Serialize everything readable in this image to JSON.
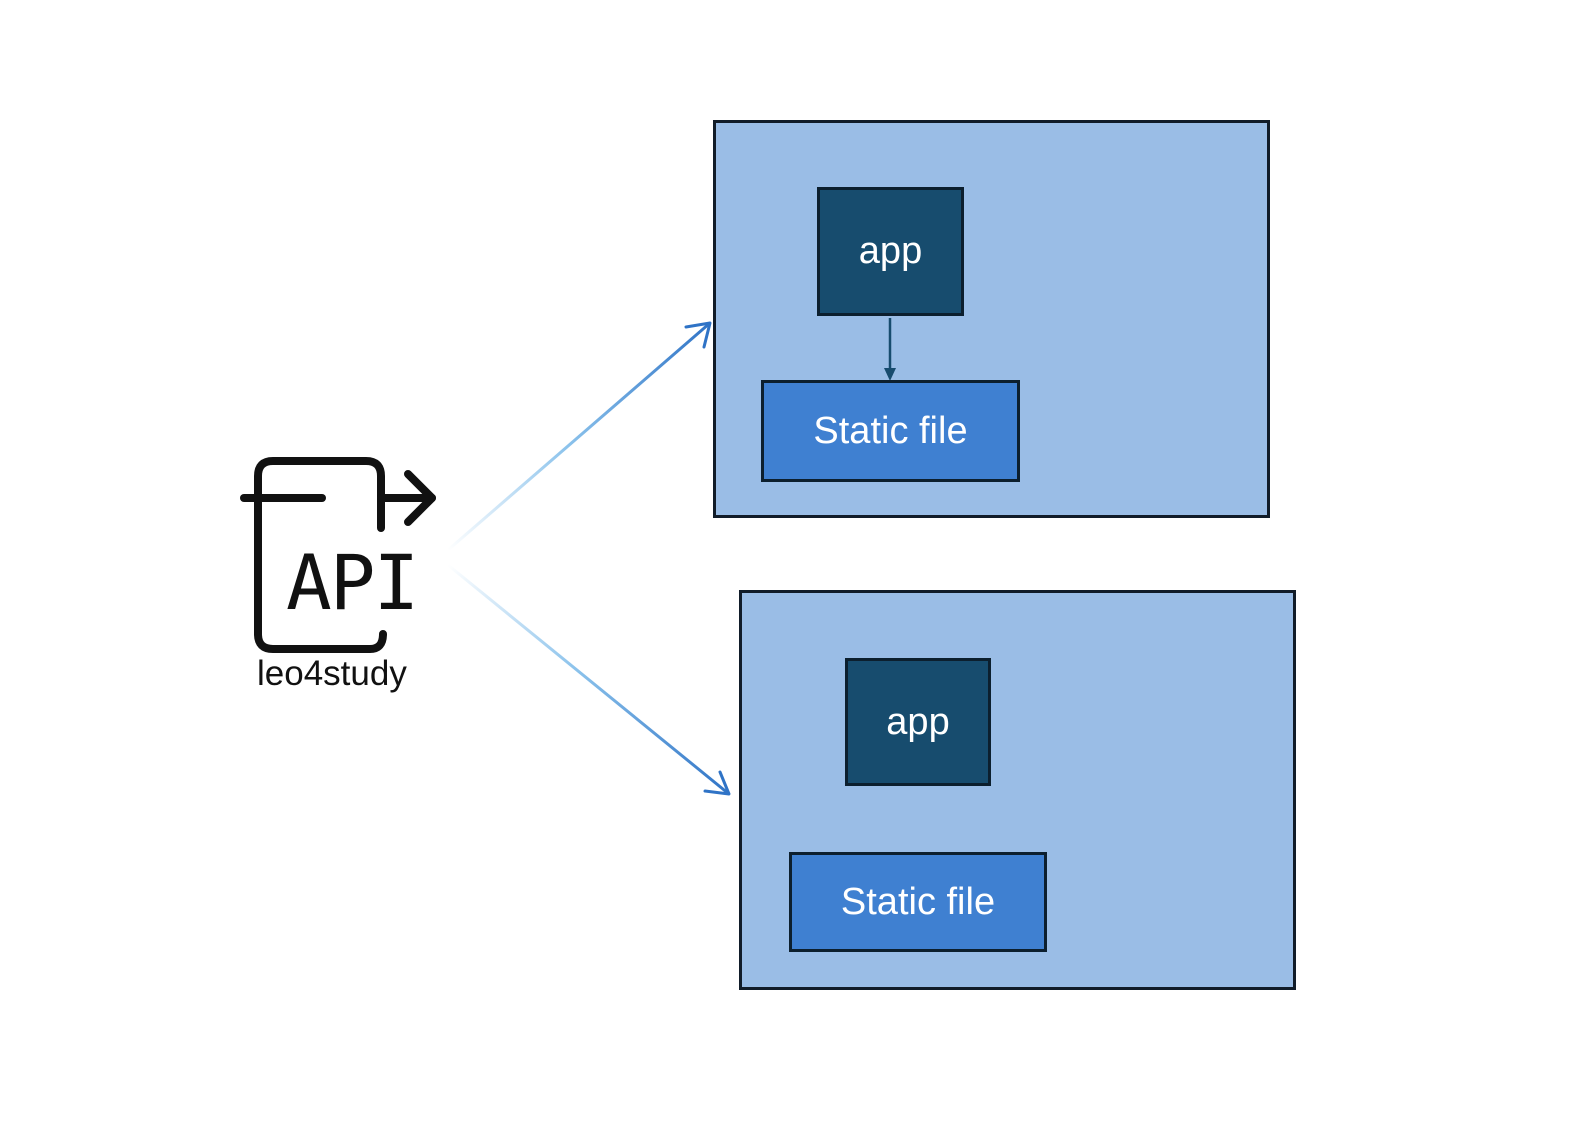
{
  "logo": {
    "icon": "api-document-export-icon",
    "api_text": "API",
    "caption": "leo4study"
  },
  "containers": [
    {
      "app_label": "app",
      "static_label": "Static file",
      "has_internal_arrow": true
    },
    {
      "app_label": "app",
      "static_label": "Static file",
      "has_internal_arrow": false
    }
  ],
  "colors": {
    "container_fill": "#9abde6",
    "app_fill": "#174c6e",
    "static_fill": "#3f80d1",
    "arrow": "#2f73c6"
  }
}
